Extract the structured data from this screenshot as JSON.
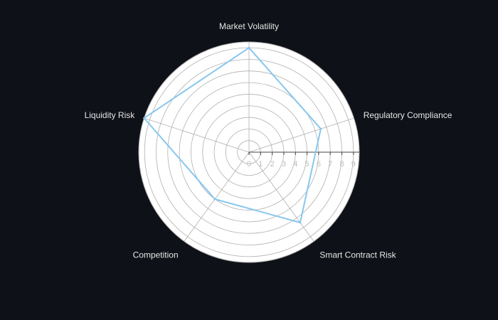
{
  "chart_data": {
    "type": "radar",
    "categories": [
      "Market Volatility",
      "Regulatory Compliance",
      "Smart Contract Risk",
      "Competition",
      "Liquidity Risk"
    ],
    "series": [
      {
        "values": [
          9,
          6.5,
          7.5,
          5,
          9.5
        ]
      }
    ],
    "radial_range": [
      0,
      9.5
    ],
    "radial_ticks": [
      0,
      1,
      2,
      3,
      4,
      5,
      6,
      7,
      8,
      9
    ],
    "grid": true,
    "colors": {
      "background": "#0e1117",
      "plot_fill": "#ffffff",
      "grid": "#b0b0b0",
      "series_line": "#87c6ee",
      "axis_text": "#e6e6e6",
      "tick_text": "#bdbdbd"
    }
  }
}
